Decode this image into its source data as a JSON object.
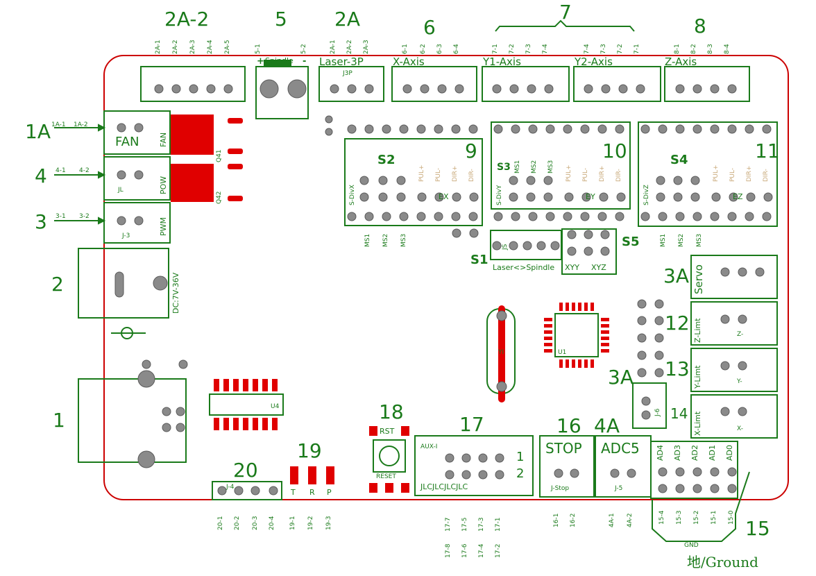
{
  "board": {
    "title_labels": {
      "l2a2": "2A-2",
      "l5": "5",
      "l2a": "2A",
      "l6": "6",
      "l7": "7",
      "l8": "8",
      "l1a": "1A",
      "l4": "4",
      "l3": "3",
      "l2": "2",
      "l1": "1",
      "l9": "9",
      "l10": "10",
      "l11": "11",
      "l3a_servo": "3A",
      "l12": "12",
      "l13": "13",
      "l3a": "3A",
      "l14": "14",
      "l18": "18",
      "l17": "17",
      "l16": "16",
      "l4a": "4A",
      "l19": "19",
      "l20": "20",
      "l15": "15"
    },
    "connectors": {
      "c2a2_pins": [
        "2A-1",
        "2A-2",
        "2A-3",
        "2A-4",
        "2A-5"
      ],
      "c5_pins": [
        "5-1",
        "5-2"
      ],
      "c2a_pins": [
        "2A-1",
        "2A-2",
        "2A-3"
      ],
      "c6_pins": [
        "6-1",
        "6-2",
        "6-3",
        "6-4"
      ],
      "c7a_pins": [
        "7-1",
        "7-2",
        "7-3",
        "7-4"
      ],
      "c7b_pins": [
        "7-4",
        "7-3",
        "7-2",
        "7-1"
      ],
      "c8_pins": [
        "8-1",
        "8-2",
        "8-3",
        "8-4"
      ],
      "c20_pins": [
        "20-1",
        "20-2",
        "20-3",
        "20-4"
      ],
      "c19_pins": [
        "19-1",
        "19-2",
        "19-3"
      ],
      "c17_pins_top": [
        "17-7",
        "17-5",
        "17-3",
        "17-1"
      ],
      "c17_pins_bot": [
        "17-8",
        "17-6",
        "17-4",
        "17-2"
      ],
      "c16_pins": [
        "16-1",
        "16-2"
      ],
      "c4a_pins": [
        "4A-1",
        "4A-2"
      ],
      "c15_pins": [
        "15-4",
        "15-3",
        "15-2",
        "15-1",
        "15-0"
      ],
      "ms_pins": [
        "MS1",
        "MS2",
        "MS3"
      ]
    },
    "silk": {
      "spindle": "Spindle",
      "plus": "+",
      "minus": "-",
      "laser3p": "Laser-3P",
      "j3p": "J3P",
      "xaxis": "X-Axis",
      "y1axis": "Y1-Axis",
      "y2axis": "Y2-Axis",
      "zaxis": "Z-Axis",
      "fan": "FAN",
      "pow": "POW",
      "pwm": "PWM",
      "jl": "JL",
      "j3": "J-3",
      "p1a1": "1A-1",
      "p1a2": "1A-2",
      "p41": "4-1",
      "p42": "4-2",
      "p31": "3-1",
      "p32": "3-2",
      "q41": "Q41",
      "q42": "Q42",
      "dc": "DC:7V-36V",
      "s2": "S2",
      "s3": "S3",
      "s4": "S4",
      "s1": "S1",
      "s5": "S5",
      "sdivx": "S-DivX",
      "sdivy": "S-DivY",
      "sdivz": "S-DivZ",
      "pul_p": "PUL+",
      "pul_m": "PUL-",
      "dir_p": "DIR+",
      "dir_m": "DIR-",
      "ex": "EX",
      "ey": "EY",
      "ez": "EZ",
      "js": "JS",
      "laser_spindle": "Laser<>Spindle",
      "xyy": "XYY",
      "xyz": "XYZ",
      "servo": "Servo",
      "zlimt": "Z-Limt",
      "ylimt": "Y-Limt",
      "xlimt": "X-Limt",
      "zminus": "Z-",
      "yminus": "Y-",
      "xminus": "X-",
      "u1": "U1",
      "u4": "U4",
      "y1": "YI",
      "j6": "J-6",
      "rst": "RST",
      "reset": "RESET",
      "aux": "AUX-I",
      "jlc": "JLCJLCJLCJLC",
      "aux_1": "1",
      "aux_2": "2",
      "stop": "STOP",
      "jstop": "J-Stop",
      "adc5": "ADC5",
      "j5": "J-5",
      "ad4": "AD4",
      "ad3": "AD3",
      "ad2": "AD2",
      "ad1": "AD1",
      "ad0": "AD0",
      "led_t": "T",
      "led_r": "R",
      "led_p": "P",
      "j4": "J-4",
      "gnd": "GND",
      "ground": "地/Ground"
    },
    "colors": {
      "silk": "#1a7a1a",
      "outline": "#cc0000",
      "pad": "#808080",
      "smd": "#e00000"
    }
  }
}
